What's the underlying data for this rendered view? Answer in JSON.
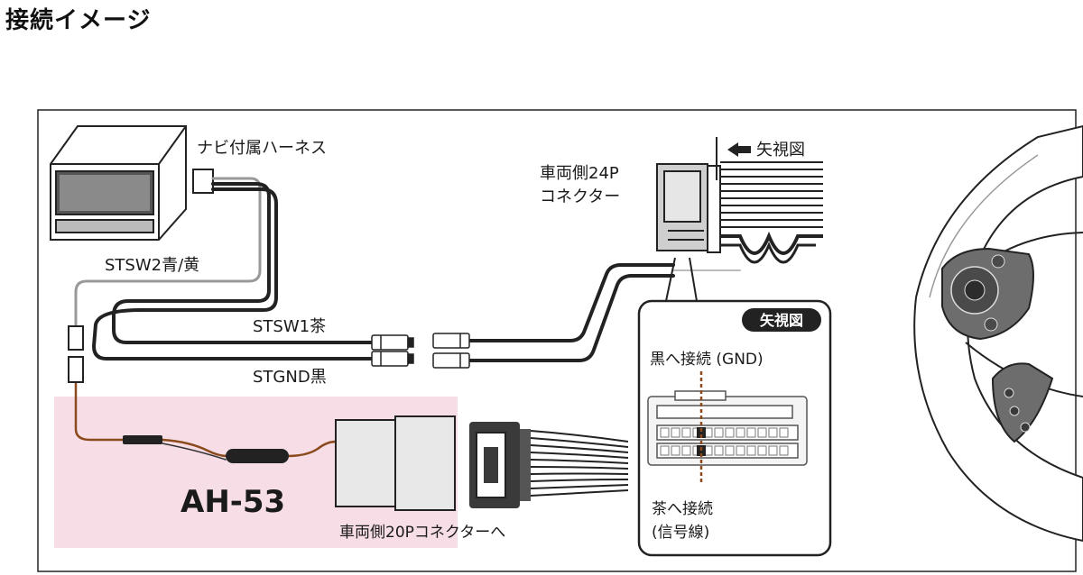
{
  "title": "接続イメージ",
  "labels": {
    "navi_harness": "ナビ付属ハーネス",
    "stsw2": "STSW2青/黄",
    "stsw1": "STSW1茶",
    "stgnd": "STGND黒",
    "connector24p_line1": "車両側24P",
    "connector24p_line2": "コネクター",
    "view_arrow": "矢視図",
    "view_badge": "矢視図",
    "black_connect": "黒へ接続 (GND)",
    "brown_connect": "茶へ接続",
    "signal_line": "(信号線)",
    "product": "AH-53",
    "connector20p": "車両側20Pコネクターへ"
  },
  "colors": {
    "product_highlight": "#f6dde6",
    "brown_wire": "#8a4a1c",
    "ink": "#1a1a1a"
  },
  "icons": [
    "navi-unit-icon",
    "steering-wheel-icon",
    "view-arrow-icon"
  ]
}
